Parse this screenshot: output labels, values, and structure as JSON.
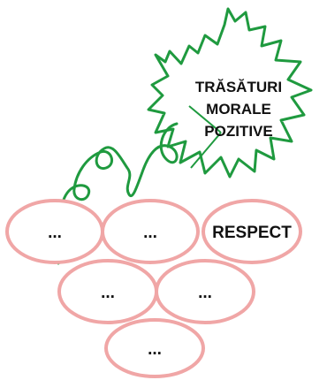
{
  "leaf": {
    "lines": [
      "TRĂSĂTURI",
      "MORALE",
      "POZITIVE"
    ]
  },
  "grapes": [
    {
      "label": "..."
    },
    {
      "label": "..."
    },
    {
      "label": "RESPECT"
    },
    {
      "label": "..."
    },
    {
      "label": "..."
    },
    {
      "label": "..."
    }
  ],
  "colors": {
    "leaf_stroke": "#1f9a3f",
    "tendril": "#1f9a3f",
    "grape_stroke": "#f0a6a6",
    "grape_fill": "#ffffff",
    "text": "#111111"
  }
}
